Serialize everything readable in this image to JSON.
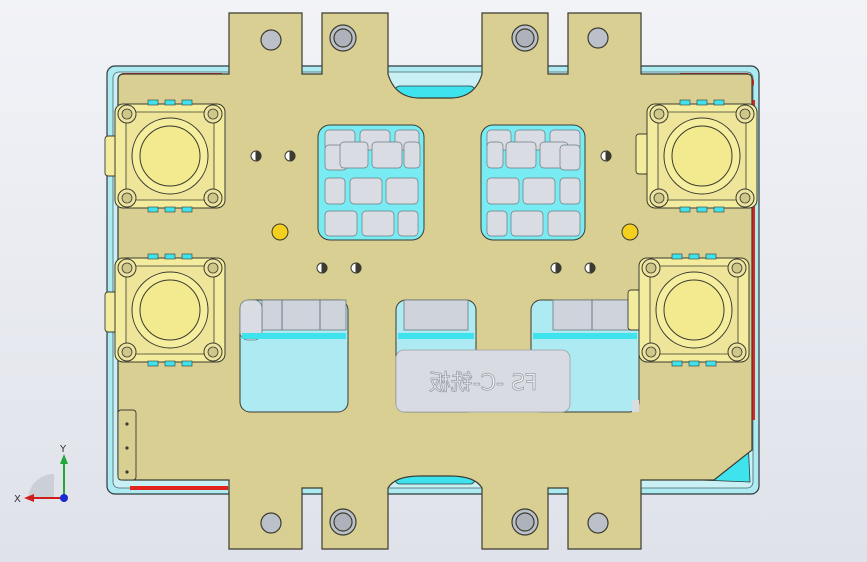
{
  "viewport": {
    "engraved_text": "FS -C-铣板"
  },
  "triad": {
    "x_label": "X",
    "y_label": "Y"
  },
  "colors": {
    "plate": "#d9cf93",
    "plate_stroke": "#3b3b30",
    "base_cyan": "#aeeaf2",
    "cyan_bright": "#3fe3ee",
    "red_edge": "#e3241c",
    "clamp_fill": "#f3ec9e",
    "gold_pin": "#f4cf1e",
    "gray_slot": "#cfd3db",
    "background": "#eaecf1"
  },
  "icons": [
    "coordinate-triad-icon",
    "clamp-icon",
    "bolt-hole-icon",
    "locating-pin-icon"
  ]
}
